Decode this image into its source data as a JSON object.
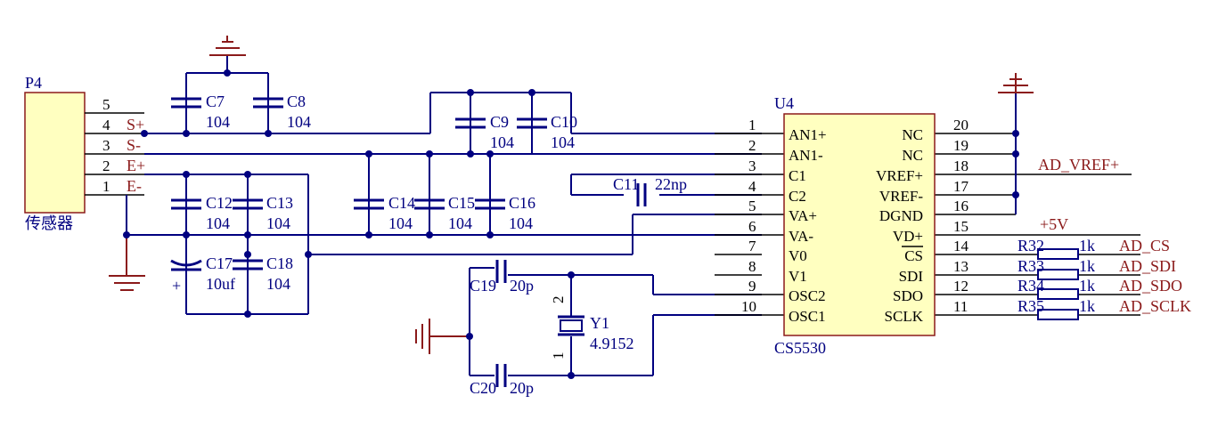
{
  "schematic": {
    "connector": {
      "ref": "P4",
      "name": "传感器",
      "pins": [
        {
          "num": "5",
          "net": ""
        },
        {
          "num": "4",
          "net": "S+"
        },
        {
          "num": "3",
          "net": "S-"
        },
        {
          "num": "2",
          "net": "E+"
        },
        {
          "num": "1",
          "net": "E-"
        }
      ]
    },
    "capacitors": [
      {
        "ref": "C7",
        "value": "104"
      },
      {
        "ref": "C8",
        "value": "104"
      },
      {
        "ref": "C9",
        "value": "104"
      },
      {
        "ref": "C10",
        "value": "104"
      },
      {
        "ref": "C11",
        "value": "22np"
      },
      {
        "ref": "C12",
        "value": "104"
      },
      {
        "ref": "C13",
        "value": "104"
      },
      {
        "ref": "C14",
        "value": "104"
      },
      {
        "ref": "C15",
        "value": "104"
      },
      {
        "ref": "C16",
        "value": "104"
      },
      {
        "ref": "C17",
        "value": "10uf",
        "polarity": "+"
      },
      {
        "ref": "C18",
        "value": "104"
      },
      {
        "ref": "C19",
        "value": "20p"
      },
      {
        "ref": "C20",
        "value": "20p"
      }
    ],
    "crystal": {
      "ref": "Y1",
      "value": "4.9152",
      "pins": [
        "2",
        "1"
      ]
    },
    "ic": {
      "ref": "U4",
      "part": "CS5530",
      "left_pins": [
        {
          "num": "1",
          "name": "AN1+"
        },
        {
          "num": "2",
          "name": "AN1-"
        },
        {
          "num": "3",
          "name": "C1"
        },
        {
          "num": "4",
          "name": "C2"
        },
        {
          "num": "5",
          "name": "VA+"
        },
        {
          "num": "6",
          "name": "VA-"
        },
        {
          "num": "7",
          "name": "V0"
        },
        {
          "num": "8",
          "name": "V1"
        },
        {
          "num": "9",
          "name": "OSC2"
        },
        {
          "num": "10",
          "name": "OSC1"
        }
      ],
      "right_pins": [
        {
          "num": "20",
          "name": "NC"
        },
        {
          "num": "19",
          "name": "NC"
        },
        {
          "num": "18",
          "name": "VREF+"
        },
        {
          "num": "17",
          "name": "VREF-"
        },
        {
          "num": "16",
          "name": "DGND"
        },
        {
          "num": "15",
          "name": "VD+"
        },
        {
          "num": "14",
          "name": "CS"
        },
        {
          "num": "13",
          "name": "SDI"
        },
        {
          "num": "12",
          "name": "SDO"
        },
        {
          "num": "11",
          "name": "SCLK"
        }
      ]
    },
    "resistors": [
      {
        "ref": "R32",
        "value": "1k",
        "net": "AD_CS"
      },
      {
        "ref": "R33",
        "value": "1k",
        "net": "AD_SDI"
      },
      {
        "ref": "R34",
        "value": "1k",
        "net": "AD_SDO"
      },
      {
        "ref": "R35",
        "value": "1k",
        "net": "AD_SCLK"
      }
    ],
    "nets": {
      "vref": "AD_VREF+",
      "supply": "+5V"
    },
    "colors": {
      "wire": "#000080",
      "ground": "#8b1a1a",
      "body": "#ffffc0",
      "net_label": "#8b1a1a"
    }
  }
}
